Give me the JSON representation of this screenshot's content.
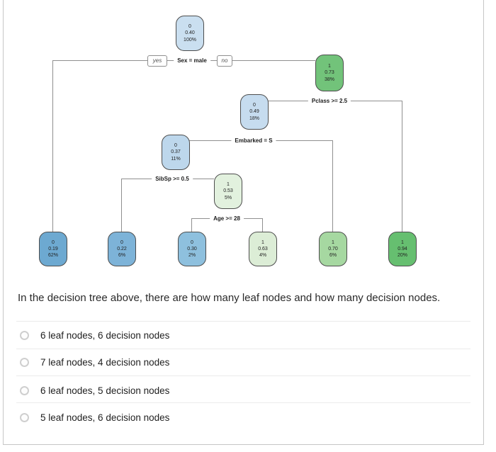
{
  "tree": {
    "branch_yes": "yes",
    "branch_no": "no",
    "splits": {
      "sex": "Sex = male",
      "pclass": "Pclass >= 2.5",
      "embarked": "Embarked = S",
      "sibsp": "SibSp >= 0.5",
      "age": "Age >= 28"
    },
    "nodes": [
      {
        "id": "root",
        "lines": [
          "0",
          "0.40",
          "100%"
        ],
        "color": "#cadff0"
      },
      {
        "id": "pclass-node",
        "lines": [
          "1",
          "0.73",
          "38%"
        ],
        "color": "#72c37a"
      },
      {
        "id": "embarked-node",
        "lines": [
          "0",
          "0.49",
          "18%"
        ],
        "color": "#c6dcef"
      },
      {
        "id": "sibsp-node",
        "lines": [
          "0",
          "0.37",
          "11%"
        ],
        "color": "#bdd7ec"
      },
      {
        "id": "age-node",
        "lines": [
          "1",
          "0.53",
          "5%"
        ],
        "color": "#e2f1de"
      },
      {
        "id": "leaf-1",
        "lines": [
          "0",
          "0.19",
          "62%"
        ],
        "color": "#6da9d1"
      },
      {
        "id": "leaf-2",
        "lines": [
          "0",
          "0.22",
          "6%"
        ],
        "color": "#7db3d8"
      },
      {
        "id": "leaf-3",
        "lines": [
          "0",
          "0.30",
          "2%"
        ],
        "color": "#8ec0de"
      },
      {
        "id": "leaf-4",
        "lines": [
          "1",
          "0.63",
          "4%"
        ],
        "color": "#dcedd6"
      },
      {
        "id": "leaf-5",
        "lines": [
          "1",
          "0.70",
          "6%"
        ],
        "color": "#a6d8a1"
      },
      {
        "id": "leaf-6",
        "lines": [
          "1",
          "0.94",
          "20%"
        ],
        "color": "#66bf70"
      }
    ]
  },
  "question": {
    "text": "In the decision tree above, there are how many leaf nodes and how many decision nodes."
  },
  "options": [
    {
      "label": "6 leaf nodes, 6 decision nodes",
      "selected": false
    },
    {
      "label": "7 leaf nodes, 4 decision nodes",
      "selected": false
    },
    {
      "label": "6 leaf nodes, 5 decision nodes",
      "selected": false
    },
    {
      "label": "5 leaf nodes, 6 decision nodes",
      "selected": false
    }
  ],
  "colors": {
    "node_border": "#4d4d4d",
    "edge_line": "#8f8f8f",
    "card_border": "#c6c6c6",
    "divider": "#ebebeb",
    "radio_border": "#cfcfcf",
    "text": "#1f1f1f"
  }
}
